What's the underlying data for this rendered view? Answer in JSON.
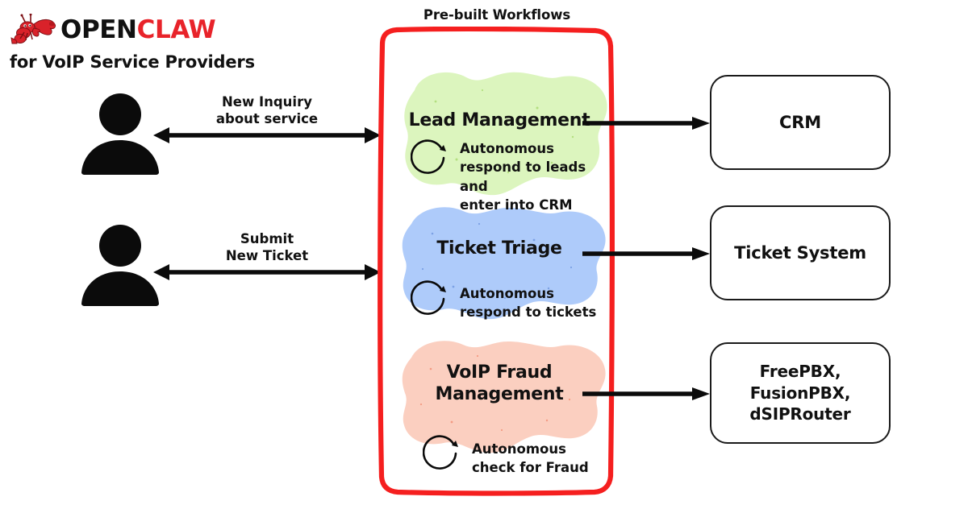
{
  "brand": {
    "logo_icon": "crawfish-mascot-icon",
    "logo_word_1": "OPEN",
    "logo_word_2": "CLAW",
    "tagline": "for VoIP Service Providers",
    "colors": {
      "word_1": "#111111",
      "word_2": "#e8232a",
      "mascot": "#d9222a"
    }
  },
  "actors": [
    {
      "icon": "user-avatar-icon",
      "name": "customer-1"
    },
    {
      "icon": "user-avatar-icon",
      "name": "customer-2"
    }
  ],
  "inbound_flows": [
    {
      "label": "New Inquiry\nabout service",
      "arrow": "double-headed-arrow"
    },
    {
      "label": "Submit\nNew Ticket",
      "arrow": "double-headed-arrow"
    }
  ],
  "workflows_panel": {
    "title": "Pre-built Workflows",
    "border_color": "#f51f1f",
    "items": [
      {
        "title": "Lead Management",
        "description": "Autonomous\nrespond to leads and\nenter into CRM",
        "blob_color": "#dcf5be",
        "loop_icon": "autonomous-loop-icon"
      },
      {
        "title": "Ticket Triage",
        "description": "Autonomous\nrespond to tickets",
        "blob_color": "#aecbfa",
        "loop_icon": "autonomous-loop-icon"
      },
      {
        "title": "VoIP Fraud\nManagement",
        "description": "Autonomous\ncheck for Fraud",
        "blob_color": "#fbcfc0",
        "loop_icon": "autonomous-loop-icon"
      }
    ]
  },
  "destinations": [
    {
      "label": "CRM"
    },
    {
      "label": "Ticket System"
    },
    {
      "label": "FreePBX,\nFusionPBX,\ndSIPRouter"
    }
  ],
  "outbound_arrows": [
    {
      "arrow": "right-arrow"
    },
    {
      "arrow": "right-arrow"
    },
    {
      "arrow": "right-arrow"
    }
  ]
}
